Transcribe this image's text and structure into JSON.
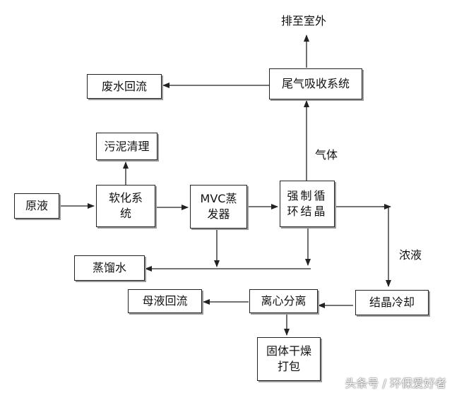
{
  "diagram": {
    "nodes": {
      "exhaust_outdoor": "排至室外",
      "tail_gas": "尾气吸收系统",
      "wastewater_reflux": "废水回流",
      "sludge": "污泥清理",
      "raw_liquid": "原液",
      "softening_1": "软化系",
      "softening_2": "统",
      "mvc_1": "MVC蒸",
      "mvc_2": "发器",
      "forced_1": "强制循",
      "forced_2": "环结晶",
      "distilled": "蒸馏水",
      "mother_reflux": "母液回流",
      "centrifuge": "离心分离",
      "crystal_cool": "结晶冷却",
      "dry_1": "固体干燥",
      "dry_2": "打包"
    },
    "edge_labels": {
      "gas": "气体",
      "concentrate": "浓液"
    }
  },
  "watermark": "头条号 / 环保爱好者",
  "colors": {
    "line": "#222222",
    "background": "#ffffff"
  }
}
